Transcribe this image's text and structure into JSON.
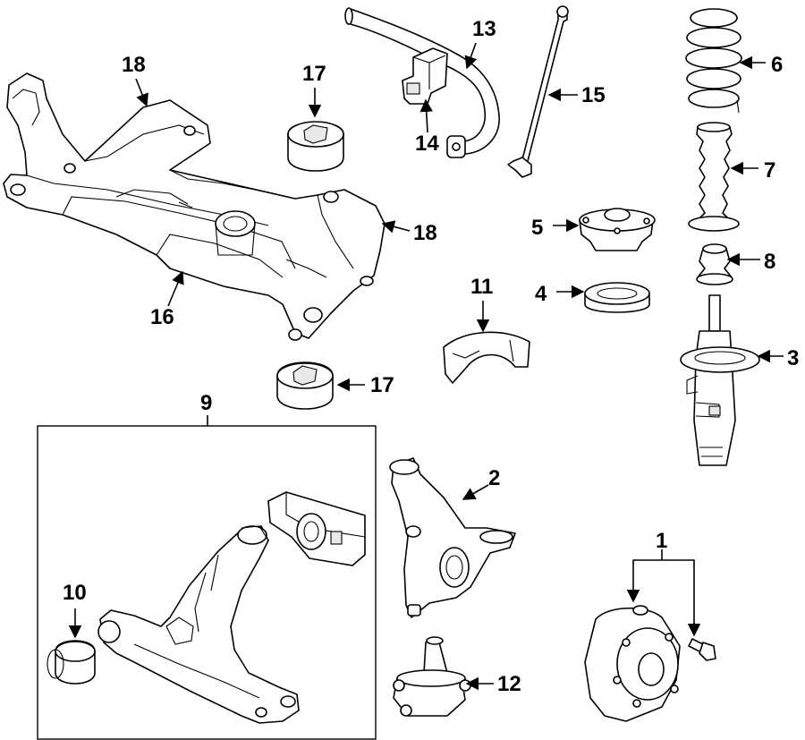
{
  "callouts": {
    "c1": "1",
    "c2": "2",
    "c3": "3",
    "c4": "4",
    "c5": "5",
    "c6": "6",
    "c7": "7",
    "c8": "8",
    "c9": "9",
    "c10": "10",
    "c11": "11",
    "c12": "12",
    "c13": "13",
    "c14": "14",
    "c15": "15",
    "c16": "16",
    "c17a": "17",
    "c17b": "17",
    "c18a": "18",
    "c18b": "18"
  }
}
